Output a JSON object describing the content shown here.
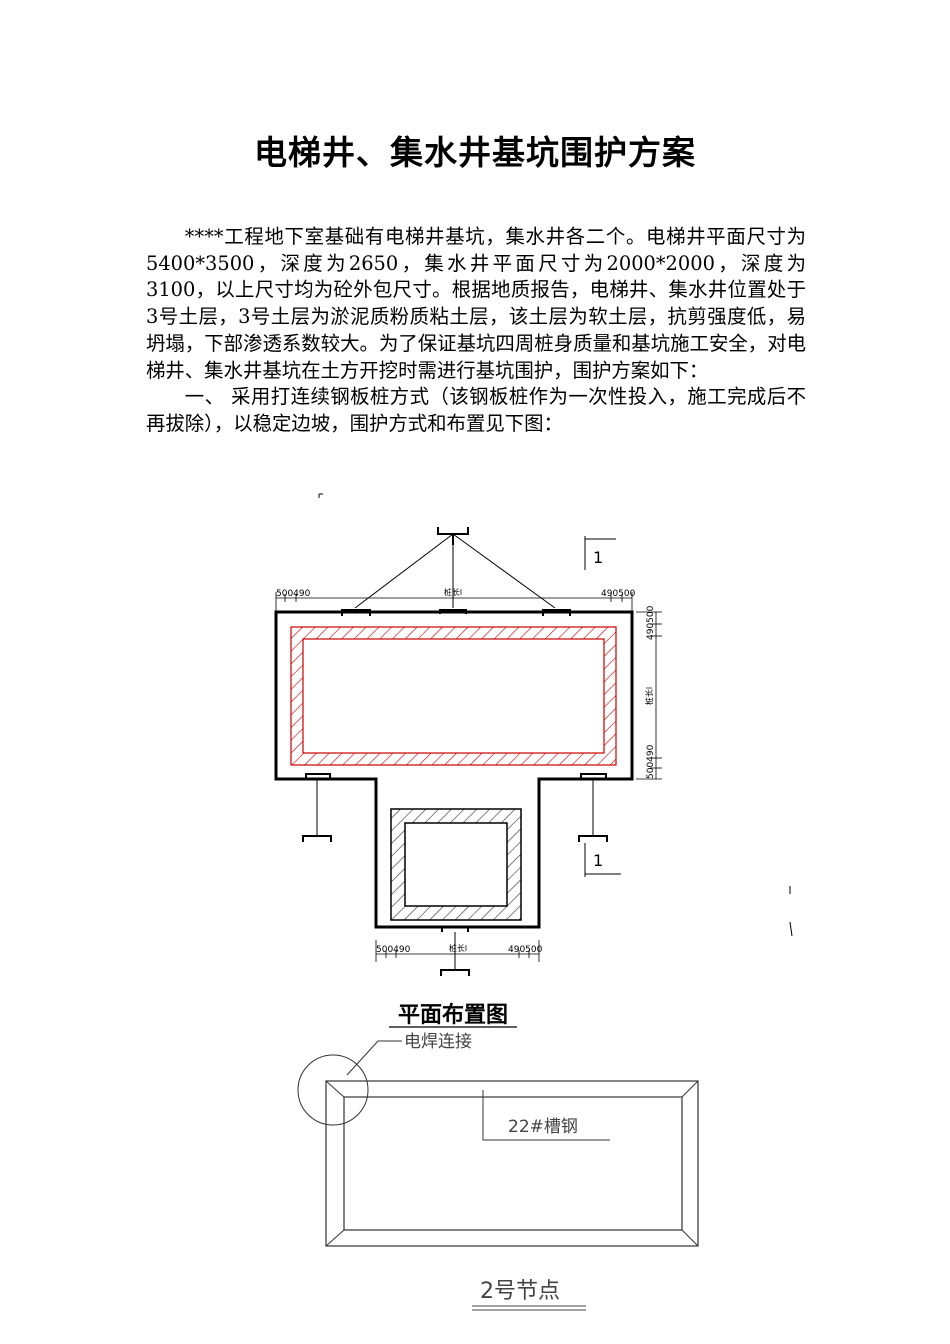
{
  "document": {
    "title": "电梯井、集水井基坑围护方案",
    "paragraphs": [
      "****工程地下室基础有电梯井基坑，集水井各二个。电梯井平面尺寸为5400*3500，深度为2650，集水井平面尺寸为2000*2000，深度为3100，以上尺寸均为砼外包尺寸。根据地质报告，电梯井、集水井位置处于3号土层，3号土层为淤泥质粉质粘土层，该土层为软土层，抗剪强度低，易坍塌，下部渗透系数较大。为了保证基坑四周桩身质量和基坑施工安全，对电梯井、集水井基坑在土方开挖时需进行基坑围护，围护方案如下：",
      "一、 采用打连续钢板桩方式（该钢板桩作为一次性投入，施工完成后不再拔除），以稳定边坡，围护方式和布置见下图："
    ]
  },
  "plan_drawing": {
    "section_label": "1",
    "dim_top_left": "500490",
    "dim_top_center": "桩长l",
    "dim_top_right": "490500",
    "dim_right_top": "490500",
    "dim_right_center": "桩长l",
    "dim_right_bottom": "500490",
    "dim_bottom_left": "500490",
    "dim_bottom_center": "桩长l",
    "dim_bottom_right": "490500",
    "caption": "平面布置图",
    "colors": {
      "line": "#000000",
      "hatch": "#cc0000"
    }
  },
  "node_drawing": {
    "weld_label": "电焊连接",
    "channel_label": "22#槽钢",
    "caption": "2号节点"
  }
}
